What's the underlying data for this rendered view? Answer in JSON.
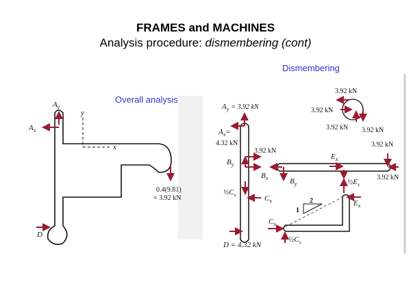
{
  "header": {
    "title": "FRAMES and MACHINES",
    "subtitle_prefix": "Analysis procedure: ",
    "subtitle_italic": "dismembering (cont)"
  },
  "labels": {
    "overall": "Overall analysis",
    "dismembering": "Dismembering"
  },
  "overall_diagram": {
    "Ay": "A",
    "Ay_sub": "y",
    "Ax": "A",
    "Ax_sub": "x",
    "axis_y": "y",
    "axis_x": "x",
    "D": "D",
    "load_line1": "0.4(9.81)",
    "load_line2": "= 3.92 kN"
  },
  "dismembered_diagram": {
    "Ay_eq": "A",
    "Ay_eq_sub": "y",
    "Ay_eq_val": "= 3.92 kN",
    "Ax_eq": "A",
    "Ax_eq_sub": "x",
    "Ax_eq_sign": "=",
    "Ax_val": "4.32 kN",
    "pulley_top": "3.92 kN",
    "pulley_left": "3.92 kN",
    "pulley_bottom": "3.92 kN",
    "pulley_right": "3.92 kN",
    "right_top": "3.92 kN",
    "right_bottom": "3.92 kN",
    "B_force": "3.92 kN",
    "By_left": "B",
    "By_left_sub": "y",
    "Bx": "B",
    "Bx_sub": "x",
    "By_right": "B",
    "By_right_sub": "y",
    "Ex_top": "E",
    "Ex_top_sub": "x",
    "half_Ex": "½E",
    "half_Ex_sub": "x",
    "Ex_right": "E",
    "Ex_right_sub": "x",
    "half_Cx_left": "½C",
    "half_Cx_left_sub": "x",
    "Cx_left": "C",
    "Cx_left_sub": "x",
    "slope_rise": "1",
    "slope_run": "2",
    "Cx_bottom": "C",
    "Cx_bottom_sub": "x",
    "half_Cx_bottom": "½C",
    "half_Cx_bottom_sub": "x",
    "D_eq": "D = 4.32 kN"
  },
  "colors": {
    "arrow": "#9b1b30",
    "label_blue": "#3333cc"
  }
}
